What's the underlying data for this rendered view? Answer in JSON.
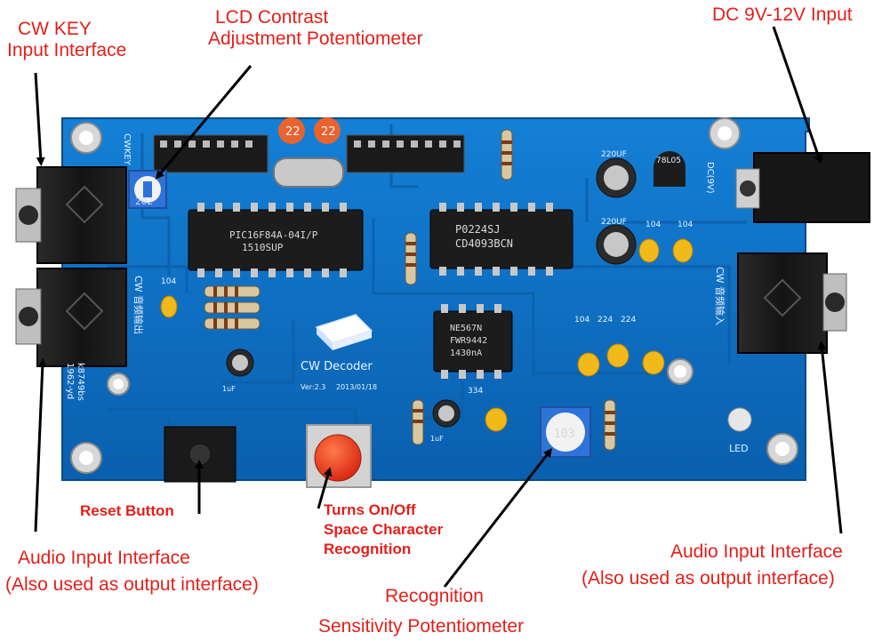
{
  "annotations": {
    "cw_key": [
      "CW KEY",
      "Input Interface"
    ],
    "lcd_contrast": [
      "LCD Contrast",
      "Adjustment Potentiometer"
    ],
    "dc_input": "DC 9V-12V Input",
    "reset_button": "Reset Button",
    "space_toggle": [
      "Turns On/Off",
      "Space Character",
      "Recognition"
    ],
    "audio_left": [
      "Audio Input Interface",
      "(Also used as output interface)"
    ],
    "audio_right": [
      "Audio Input Interface",
      "(Also used as output interface)"
    ],
    "recognition": [
      "Recognition",
      "Sensitivity Potentiometer"
    ]
  },
  "board": {
    "chip_pic": [
      "PIC16F84A-04I/P",
      "1510SUP"
    ],
    "chip_cd4093": [
      "P0224SJ",
      "CD4093BCN"
    ],
    "chip_ne567": [
      "NE567N",
      "FWR9442",
      "1430nA"
    ],
    "title": "CW Decoder",
    "version": "Ver:2.3",
    "date": "2013/01/18",
    "cwkey_label": "CWKEY",
    "audio_out_label": "CW 音频输出",
    "audio_in_label": "CW 音频输入",
    "dc_label": "DC(9V)",
    "regulator": "78L05",
    "cap_220uf_a": "220UF",
    "cap_220uf_b": "220UF",
    "cap_104_a": "104",
    "cap_104_b": "104",
    "cap_104_c": "104",
    "cap_104_d": "104",
    "cap_224_a": "224",
    "cap_224_b": "224",
    "cap_334": "334",
    "cap_1uf_a": "1uF",
    "cap_1uf_b": "1uF",
    "crystal_cap_a": "22",
    "crystal_cap_b": "22",
    "led_label": "LED",
    "pot_a": "202",
    "pot_b": "103",
    "serial": [
      "k8749bs",
      "1962-yd"
    ]
  },
  "colors": {
    "pcb": "#0b6fc2",
    "annotation": "#e3201b",
    "reset_button": "#e53a1c"
  }
}
